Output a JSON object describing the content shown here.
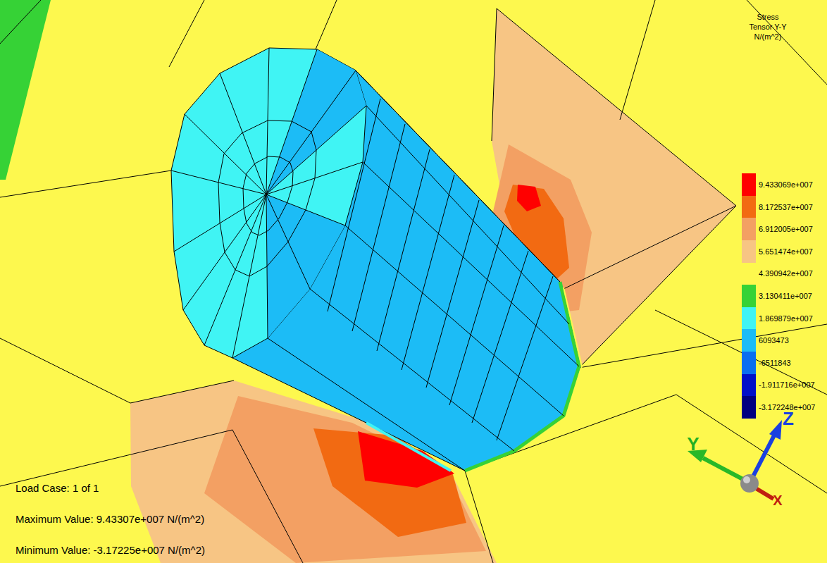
{
  "diagram": {
    "labels": [
      "Stress",
      "Tensor Y-Y",
      "N/(m^2)",
      "Y",
      "Z",
      "X",
      "Load Case:  1 of 1",
      "Maximum Value: 9.43307e+007 N/(m^2)",
      "Minimum Value: -3.17225e+007 N/(m^2)"
    ],
    "legend": [
      {
        "text": "9.433069e+007",
        "color": "#ff0000"
      },
      {
        "text": "8.172537e+007",
        "color": "#f26a12"
      },
      {
        "text": "6.912005e+007",
        "color": "#f3a063"
      },
      {
        "text": "5.651474e+007",
        "color": "#f7c584"
      },
      {
        "text": "4.390942e+007",
        "color": "#fdf84e"
      },
      {
        "text": "3.130411e+007",
        "color": "#36d236"
      },
      {
        "text": "1.869879e+007",
        "color": "#40f4f4"
      },
      {
        "text": "6093473",
        "color": "#1cbcf6"
      },
      {
        "text": "-6511843",
        "color": "#0a6ef0"
      },
      {
        "text": "-1.911716e+007",
        "color": "#0010c8"
      },
      {
        "text": "-3.172248e+007",
        "color": "#000080"
      }
    ]
  }
}
